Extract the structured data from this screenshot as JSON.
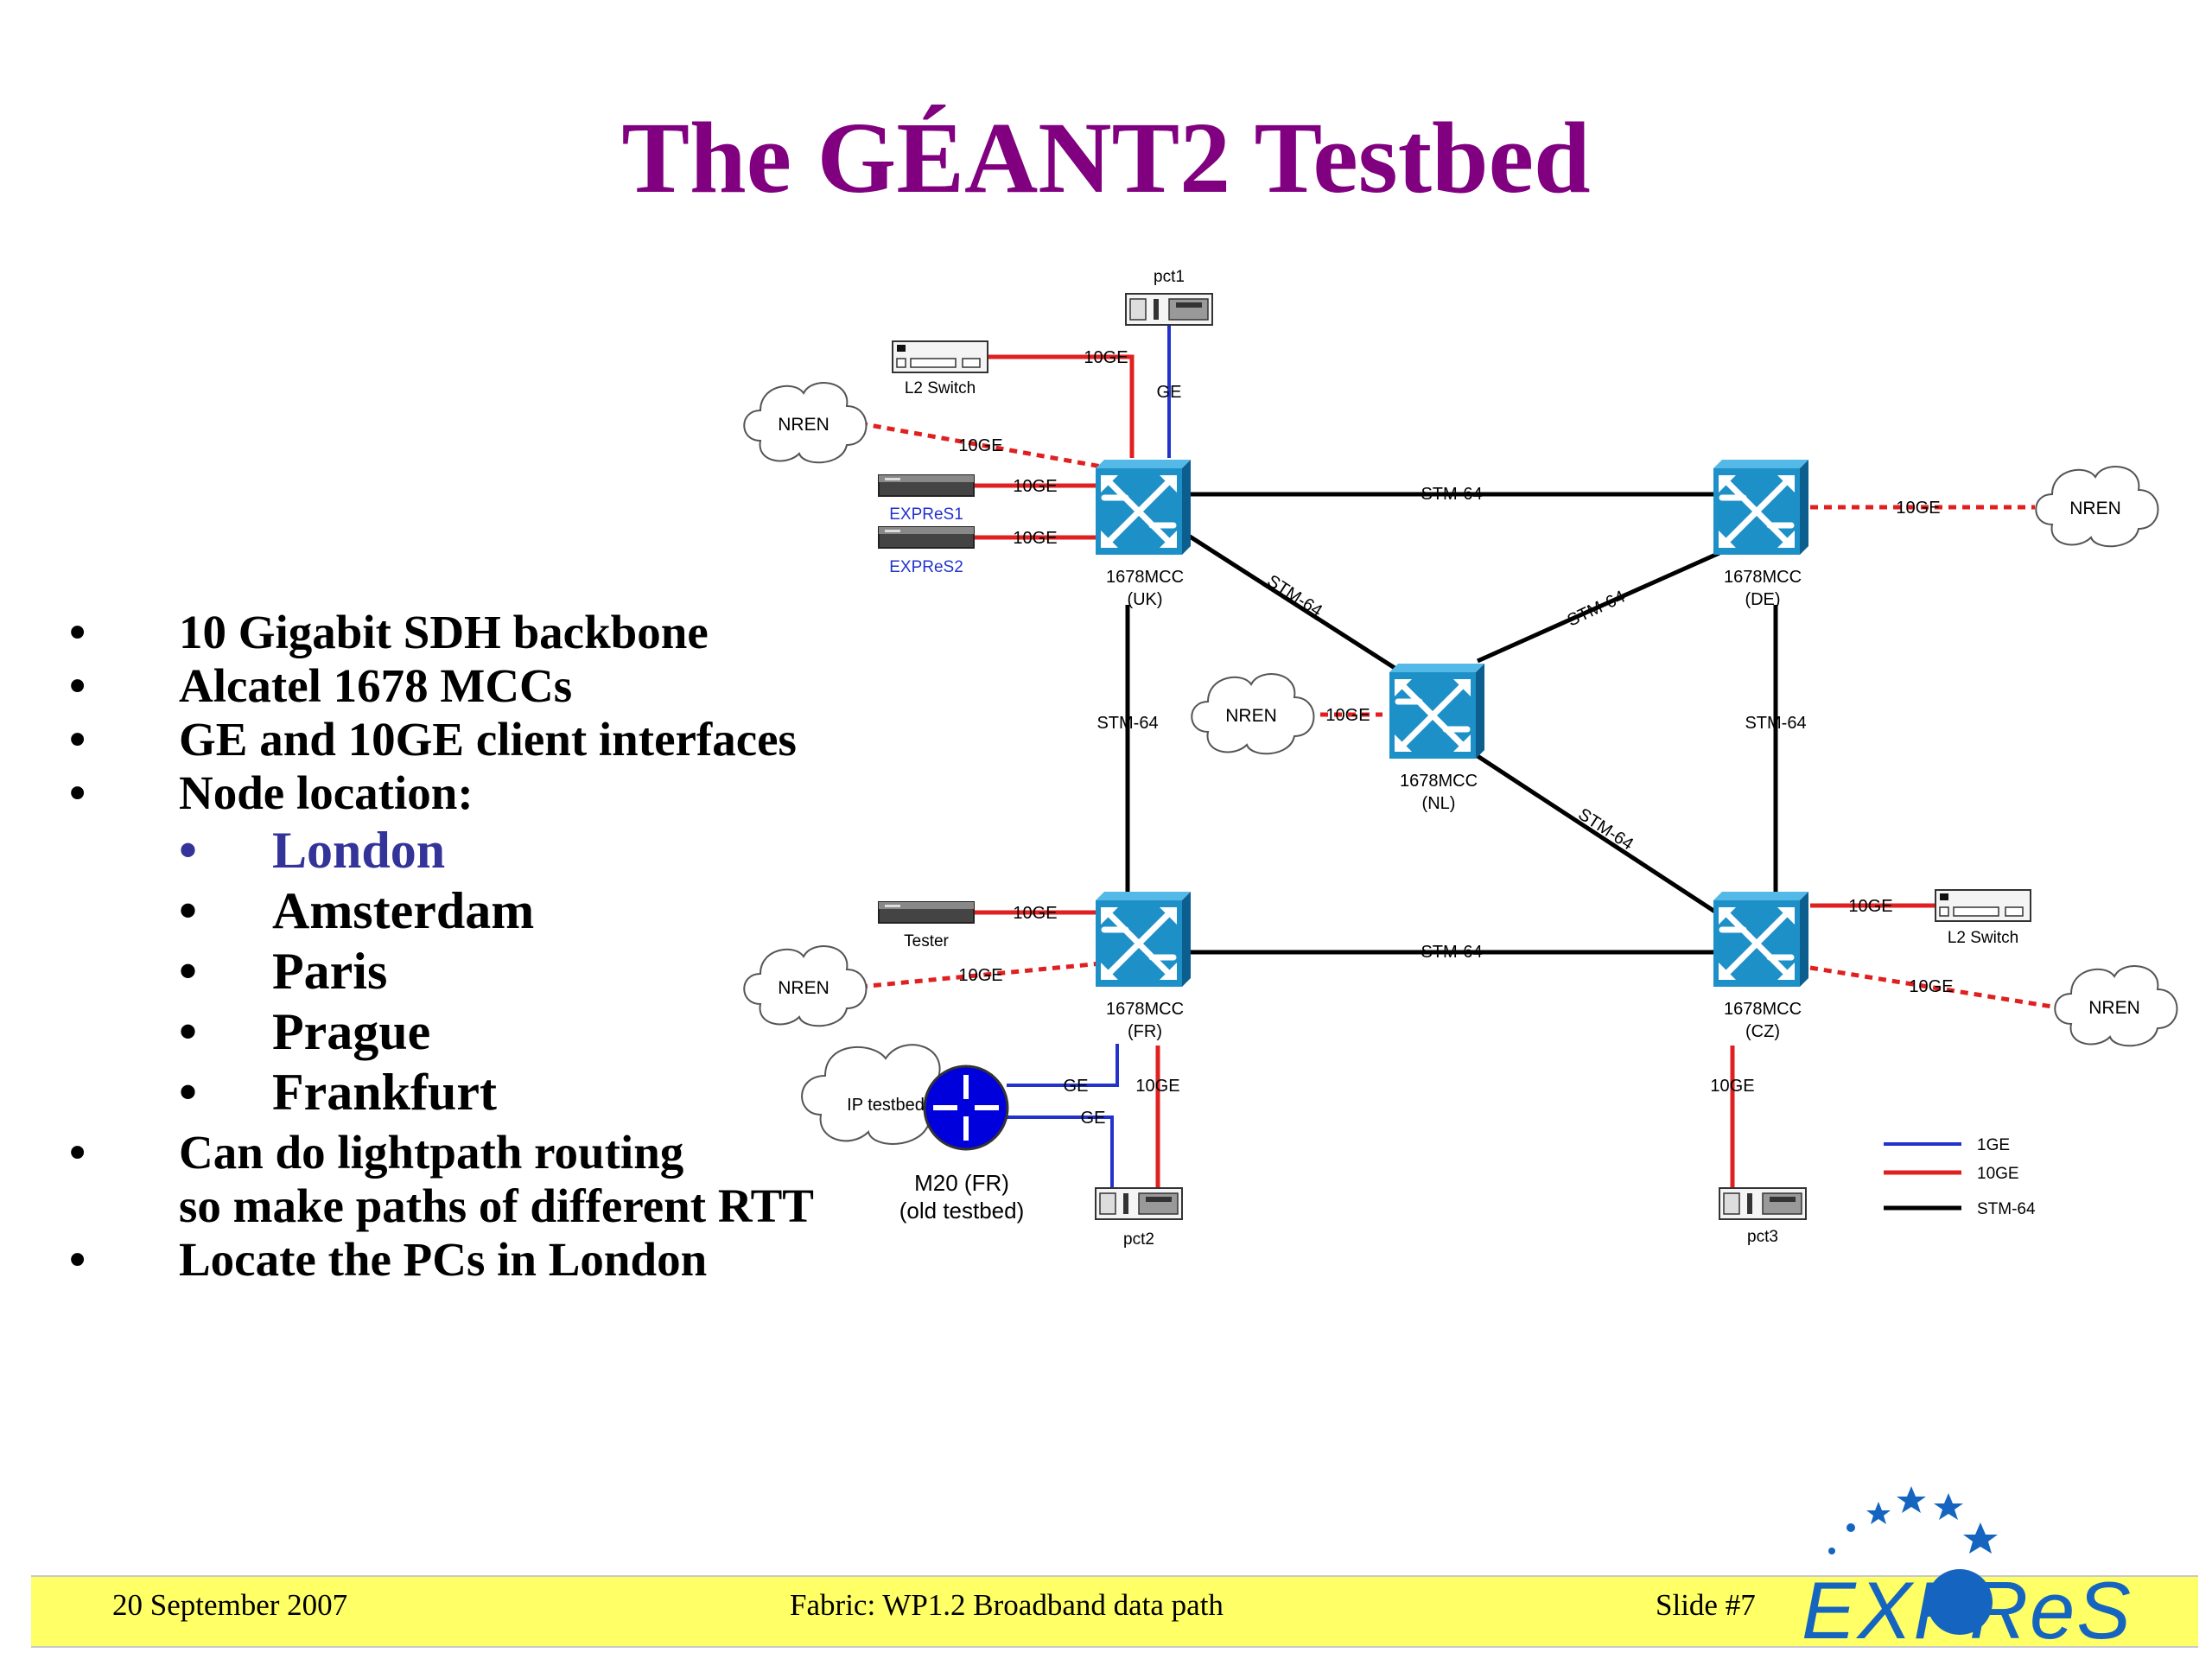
{
  "slide": {
    "title": "The GÉANT2 Testbed"
  },
  "bullets": [
    {
      "text": "10 Gigabit SDH backbone"
    },
    {
      "text": "Alcatel 1678 MCCs"
    },
    {
      "text": "GE and 10GE client interfaces"
    },
    {
      "text": "Node location:"
    },
    {
      "text": "London"
    },
    {
      "text": "Amsterdam"
    },
    {
      "text": "Paris"
    },
    {
      "text": "Prague"
    },
    {
      "text": "Frankfurt"
    },
    {
      "text": "Can do lightpath routing"
    },
    {
      "text": "so make paths of different RTT"
    },
    {
      "text": "Locate the PCs in London"
    }
  ],
  "diagram": {
    "nodes": {
      "uk": "1678MCC (UK)",
      "de": "1678MCC (DE)",
      "nl": "1678MCC (NL)",
      "fr": "1678MCC (FR)",
      "cz": "1678MCC (CZ)"
    },
    "node_name": "1678MCC",
    "node_loc": {
      "uk": "(UK)",
      "de": "(DE)",
      "nl": "(NL)",
      "fr": "(FR)",
      "cz": "(CZ)"
    },
    "devices": {
      "pct1": "pct1",
      "pct2": "pct2",
      "pct3": "pct3",
      "l2_switch_uk": "L2 Switch",
      "l2_switch_cz": "L2 Switch",
      "expres1": "EXPReS1",
      "expres2": "EXPReS2",
      "tester": "Tester",
      "ip_testbed": "IP testbed",
      "m20_line1": "M20 (FR)",
      "m20_line2": "(old testbed)",
      "nren": "NREN"
    },
    "link_labels": {
      "stm64": "STM-64",
      "ge10": "10GE",
      "ge": "GE"
    },
    "legend": [
      {
        "label": "1GE",
        "color": "#2233cc"
      },
      {
        "label": "10GE",
        "color": "#e02020"
      },
      {
        "label": "STM-64",
        "color": "#000000"
      }
    ]
  },
  "footer": {
    "date": "20 September 2007",
    "subject": "Fabric: WP1.2 Broadband data path",
    "slide_no": "Slide #7",
    "logo_text": "EXPReS"
  },
  "colors": {
    "title": "#800080",
    "highlight": "#333399",
    "footer_bg": "#ffff66",
    "switch_blue": "#1e90c8",
    "link_10ge": "#e02020",
    "link_ge": "#2233cc"
  }
}
